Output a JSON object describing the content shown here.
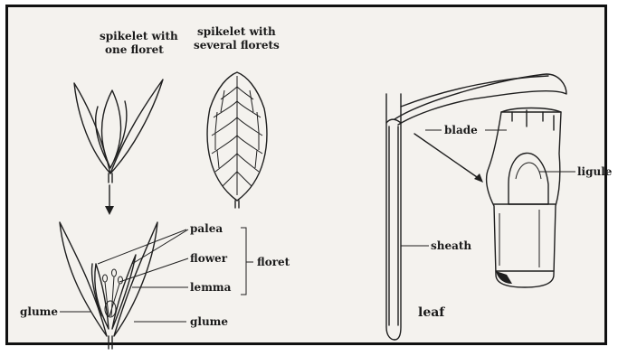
{
  "labels": {
    "spikelet_one_line1": "spikelet with",
    "spikelet_one_line2": "one floret",
    "spikelet_several_line1": "spikelet with",
    "spikelet_several_line2": "several florets",
    "palea": "palea",
    "flower": "flower",
    "lemma": "lemma",
    "floret": "floret",
    "glume_left": "glume",
    "glume_right": "glume",
    "blade": "blade",
    "ligule": "ligule",
    "sheath": "sheath",
    "leaf": "leaf"
  },
  "colors": {
    "frame_border": "#111111",
    "background": "#f4f2ee",
    "ink": "#1f1f1f"
  }
}
